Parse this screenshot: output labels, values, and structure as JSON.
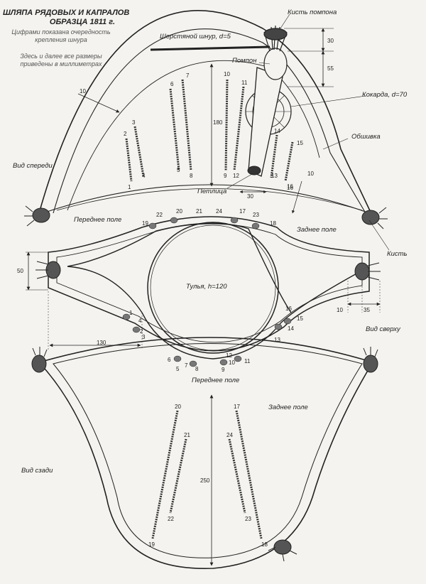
{
  "title": {
    "line1": "ШЛЯПА РЯДОВЫХ И КАПРАЛОВ",
    "line2": "ОБРАЗЦА 1811 г.",
    "note1a": "Цифрами показана очередность",
    "note1b": "крепления шнура",
    "note2a": "Здесь и далее все размеры",
    "note2b": "приведены в миллиметрах"
  },
  "views": {
    "front": "Вид спереди",
    "top": "Вид сверху",
    "back": "Вид сзади"
  },
  "parts": {
    "pompon_tassel": "Кисть помпона",
    "wool_cord": "Шерстяной шнур, d=5",
    "pompon": "Помпон",
    "cockade": "Кокарда, d=70",
    "trim": "Обшивка",
    "loop": "Петлица",
    "front_brim": "Переднее поле",
    "back_brim": "Заднее поле",
    "tassel": "Кисть",
    "crown": "Тулья, h=120",
    "front_brim_top": "Переднее поле",
    "back_brim_top": "Заднее поле",
    "back_brim_rear": "Заднее поле"
  },
  "dimensions": {
    "pompon_tassel_height": "30",
    "pompon_height": "55",
    "front_height": "180",
    "edge_width": "10",
    "cockade_offset": "30",
    "loop_offset": "16",
    "loop_edge": "10",
    "tassel_width": "50",
    "side_offset": "10",
    "side_tassel": "35",
    "front_half_width": "130",
    "back_height": "250"
  },
  "cord_numbers": {
    "front": [
      "1",
      "2",
      "3",
      "4",
      "5",
      "6",
      "7",
      "8",
      "9",
      "10",
      "11",
      "12",
      "13",
      "14",
      "15",
      "16"
    ],
    "top": [
      "1",
      "2",
      "3",
      "4",
      "5",
      "6",
      "7",
      "8",
      "9",
      "10",
      "11",
      "12",
      "13",
      "14",
      "15",
      "16",
      "17",
      "18",
      "19",
      "20",
      "21",
      "22",
      "23",
      "24"
    ],
    "back": [
      "17",
      "18",
      "19",
      "20",
      "21",
      "22",
      "23",
      "24"
    ]
  }
}
